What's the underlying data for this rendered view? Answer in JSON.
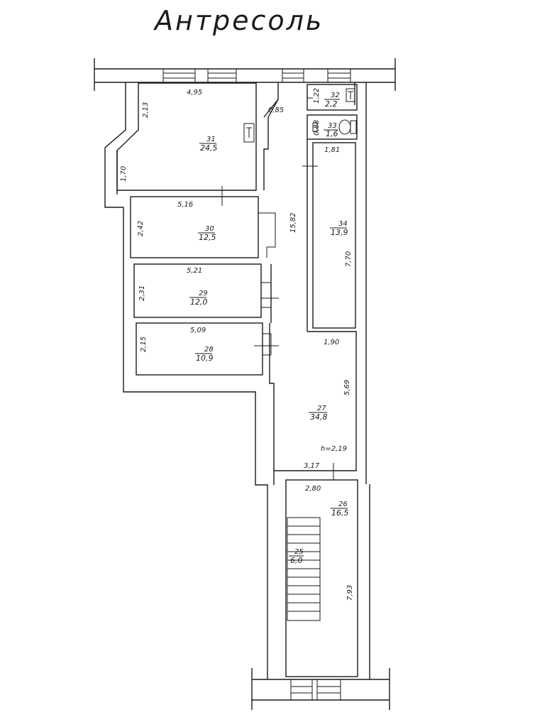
{
  "title": "Антресоль",
  "rooms": [
    {
      "id": "31",
      "number": "31",
      "area": "24,5",
      "dims": [
        "4,95",
        "2,13",
        "1,70"
      ]
    },
    {
      "id": "30",
      "number": "30",
      "area": "12,5",
      "dims": [
        "5,16",
        "2,42"
      ]
    },
    {
      "id": "29",
      "number": "29",
      "area": "12,0",
      "dims": [
        "5,21",
        "2,31"
      ]
    },
    {
      "id": "28",
      "number": "28",
      "area": "10,9",
      "dims": [
        "5,09",
        "2,15"
      ]
    },
    {
      "id": "32",
      "number": "32",
      "area": "2,2",
      "dims": [
        "1,22"
      ]
    },
    {
      "id": "33",
      "number": "33",
      "area": "1,6",
      "dims": [
        "0,88"
      ]
    },
    {
      "id": "34",
      "number": "34",
      "area": "13,9",
      "dims": [
        "1,81",
        "7,70"
      ]
    },
    {
      "id": "27",
      "number": "27",
      "area": "34,8",
      "dims": [
        "1,90",
        "5,69",
        "3,17"
      ],
      "height": "h=2,19"
    },
    {
      "id": "26",
      "number": "26",
      "area": "16,5",
      "dims": [
        "2,80",
        "7,93"
      ]
    },
    {
      "id": "25",
      "number": "25",
      "area": "6,0",
      "dims": []
    }
  ],
  "corridor": {
    "width": "0,85",
    "length": "15,82"
  }
}
